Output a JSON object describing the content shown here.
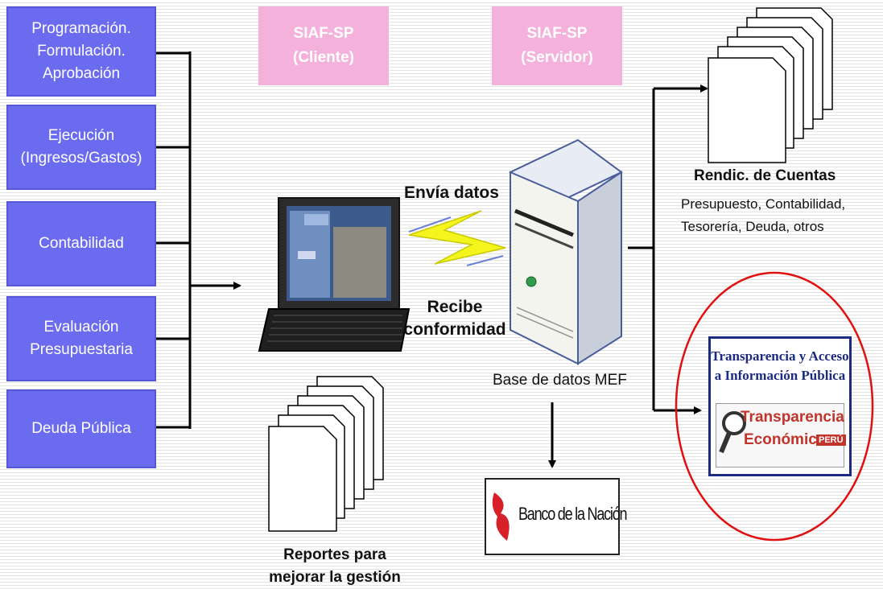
{
  "modules": [
    {
      "lines": [
        "Programación.",
        "Formulación.",
        "Aprobación"
      ]
    },
    {
      "lines": [
        "Ejecución",
        "(Ingresos/Gastos)"
      ]
    },
    {
      "lines": [
        "Contabilidad"
      ]
    },
    {
      "lines": [
        "Evaluación",
        "Presupuestaria"
      ]
    },
    {
      "lines": [
        "Deuda Pública"
      ]
    }
  ],
  "siaf_cliente": {
    "line1": "SIAF-SP",
    "line2": "(Cliente)"
  },
  "siaf_servidor": {
    "line1": "SIAF-SP",
    "line2": "(Servidor)"
  },
  "envia_datos": "Envía datos",
  "recibe": {
    "line1": "Recibe",
    "line2": "conformidad"
  },
  "base_datos": "Base de datos MEF",
  "rendic": {
    "title": "Rendic. de Cuentas",
    "line1": "Presupuesto, Contabilidad,",
    "line2": "Tesorería, Deuda,  otros"
  },
  "reportes": {
    "line1": "Reportes para",
    "line2": "mejorar la gestión"
  },
  "banco": "Banco de la Nación",
  "transparencia": {
    "title_line1": "Transparencia y Acceso",
    "title_line2": "a Información Pública",
    "logo_line1": "Transparencia",
    "logo_line2": "Económica",
    "logo_badge": "PERÚ"
  },
  "colors": {
    "module_blue": "#6b6bf0",
    "siaf_pink": "#f4b1dc",
    "circle_red": "#e01010",
    "transparencia_navy": "#1c2a80",
    "logo_red": "#c0342b",
    "banco_red": "#d8202a"
  }
}
